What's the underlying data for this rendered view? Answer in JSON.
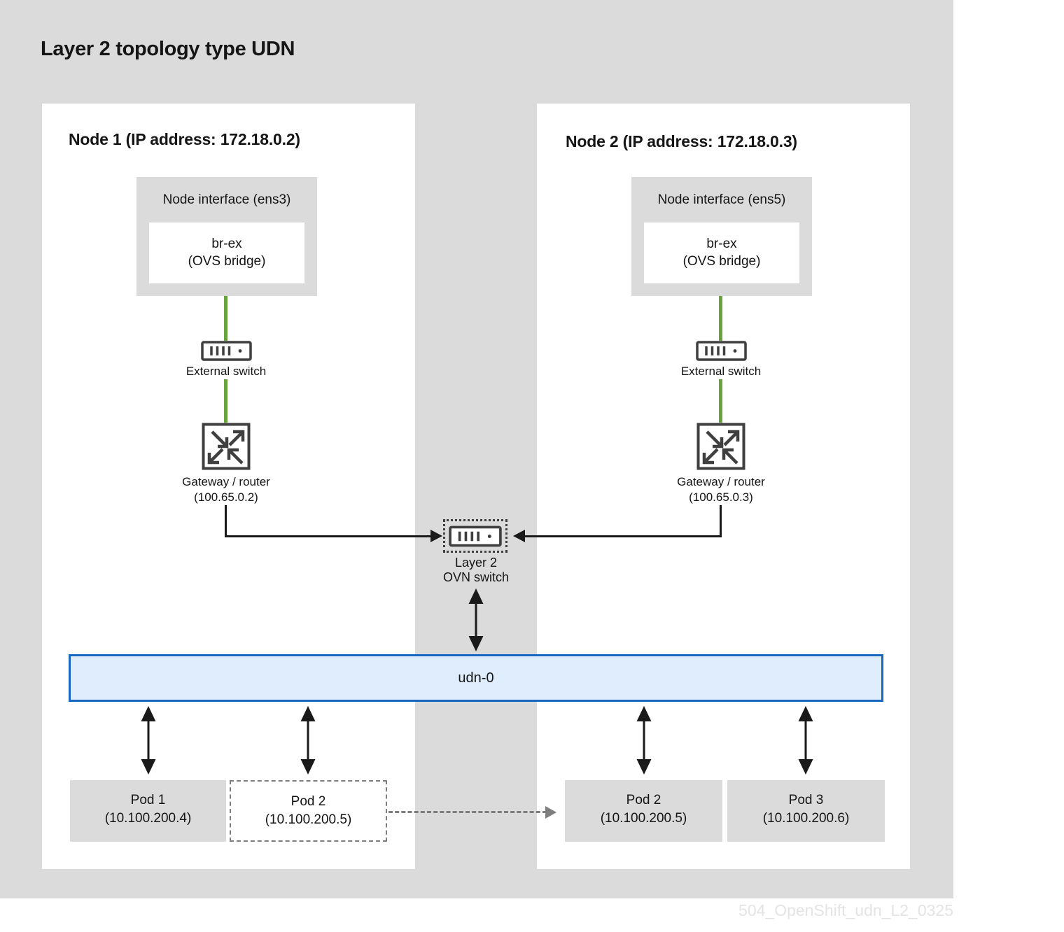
{
  "title": "Layer 2 topology type UDN",
  "watermark": "504_OpenShift_udn_L2_0325",
  "colors": {
    "canvas": "#dbdbdb",
    "node-bg": "#ffffff",
    "box-gray": "#dbdbdb",
    "green": "#69a33e",
    "icon": "#3f3f3f",
    "dark": "#1a1a1a",
    "text": "#151515",
    "udn-fill": "#dfedfd",
    "udn-border": "#1767c0",
    "dashed": "#7e7e7e",
    "watermark": "#e4e4e4"
  },
  "ovn_switch": {
    "line1": "Layer 2",
    "line2": "OVN switch"
  },
  "udn": {
    "label": "udn-0"
  },
  "nodes": [
    {
      "header": "Node 1 (IP address: 172.18.0.2)",
      "interface": "Node interface (ens3)",
      "bridge1": "br-ex",
      "bridge2": "(OVS bridge)",
      "external_switch": "External switch",
      "gateway1": "Gateway / router",
      "gateway2": "(100.65.0.2)"
    },
    {
      "header": "Node 2 (IP address: 172.18.0.3)",
      "interface": "Node interface (ens5)",
      "bridge1": "br-ex",
      "bridge2": "(OVS bridge)",
      "external_switch": "External switch",
      "gateway1": "Gateway / router",
      "gateway2": "(100.65.0.3)"
    }
  ],
  "pods": [
    {
      "name": "Pod 1",
      "ip": "(10.100.200.4)"
    },
    {
      "name": "Pod 2",
      "ip": "(10.100.200.5)"
    },
    {
      "name": "Pod 2",
      "ip": "(10.100.200.5)"
    },
    {
      "name": "Pod 3",
      "ip": "(10.100.200.6)"
    }
  ]
}
